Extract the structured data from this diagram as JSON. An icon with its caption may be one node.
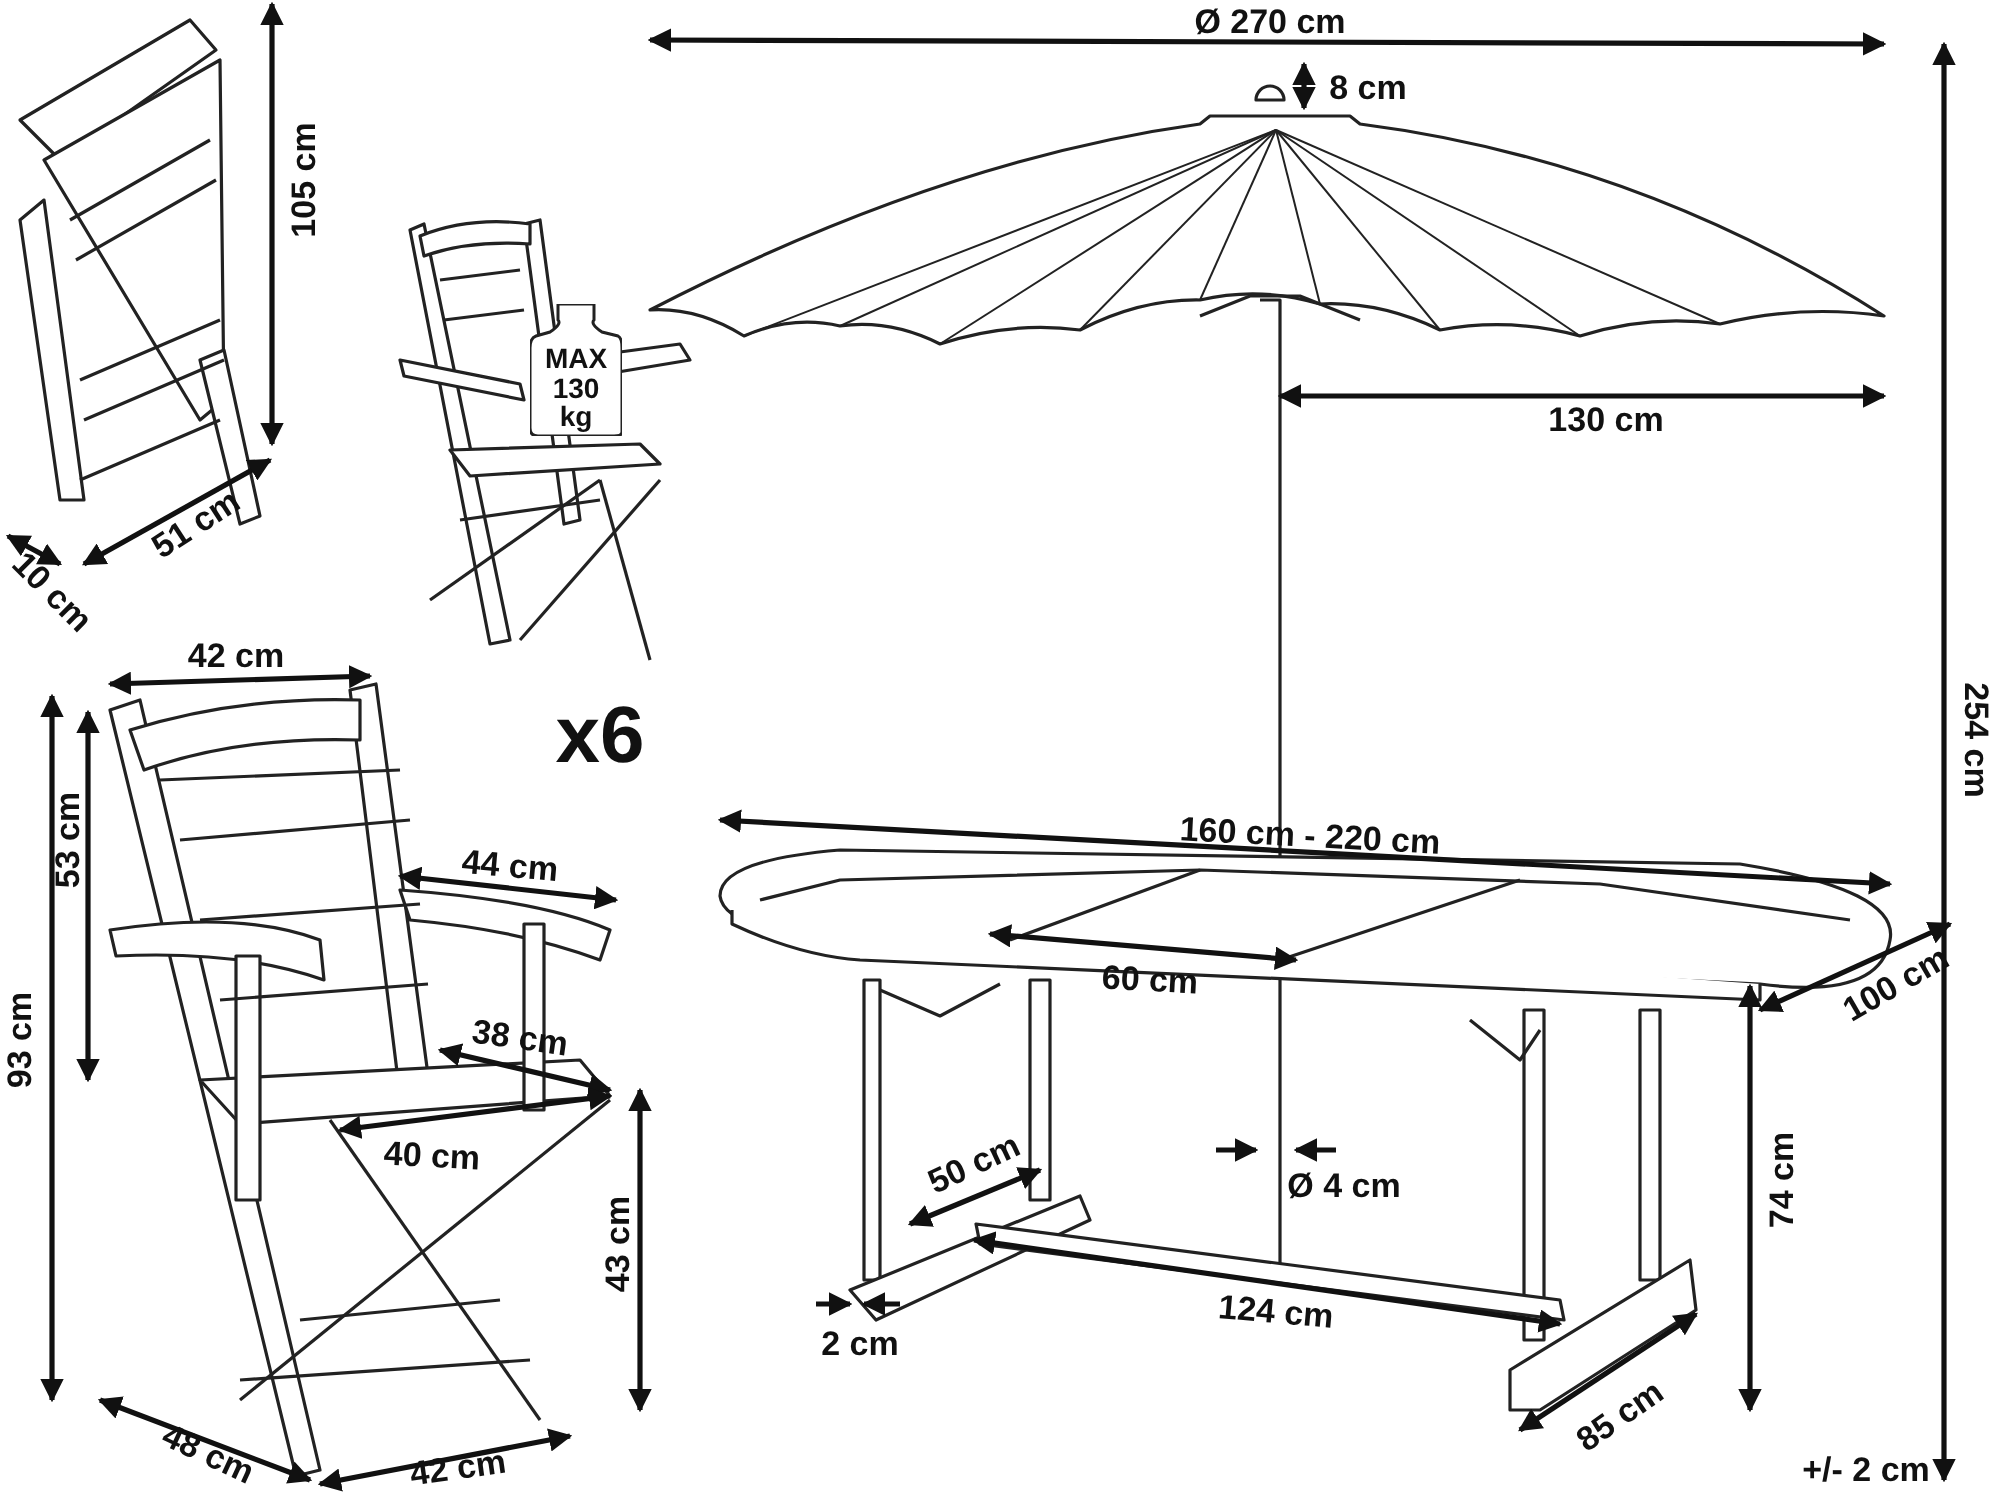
{
  "diagram": {
    "nodes": [
      {
        "text": [
          "MAX 130 kg"
        ]
      }
    ],
    "labels": [
      "Ø 270 cm",
      "8 cm",
      "105 cm",
      "130 cm",
      "254 cm",
      "51 cm",
      "10 cm",
      "42 cm",
      "x6",
      "53 cm",
      "93 cm",
      "160 cm - 220 cm",
      "44 cm",
      "60 cm",
      "100 cm",
      "38 cm",
      "40 cm",
      "50 cm",
      "Ø 4 cm",
      "74 cm",
      "43 cm",
      "124 cm",
      "2 cm",
      "85 cm",
      "48 cm",
      "42 cm",
      "+/- 2 cm"
    ]
  }
}
